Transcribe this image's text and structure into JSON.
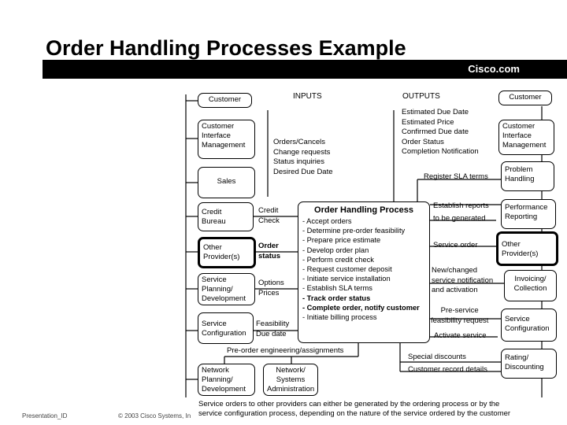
{
  "slide": {
    "title": "Order Handling Processes Example",
    "brand": "Cisco.com"
  },
  "headers": {
    "inputs": "INPUTS",
    "outputs": "OUTPUTS"
  },
  "left_boxes": {
    "customer": "Customer",
    "cim": [
      "Customer",
      "Interface",
      "Management"
    ],
    "sales": "Sales",
    "credit_bureau": [
      "Credit",
      "Bureau"
    ],
    "other_providers": [
      "Other",
      "Provider(s)"
    ],
    "service_planning": [
      "Service",
      "Planning/",
      "Development"
    ],
    "service_config": [
      "Service",
      "Configuration"
    ],
    "network_planning": [
      "Network",
      "Planning/",
      "Development"
    ],
    "network_systems_admin": [
      "Network/",
      "Systems",
      "Administration"
    ]
  },
  "right_boxes": {
    "customer": "Customer",
    "cim": [
      "Customer",
      "Interface",
      "Management"
    ],
    "problem_handling": [
      "Problem",
      "Handling"
    ],
    "performance_reporting": [
      "Performance",
      "Reporting"
    ],
    "other_providers": [
      "Other",
      "Provider(s)"
    ],
    "invoicing": [
      "Invoicing/",
      "Collection"
    ],
    "service_config": [
      "Service",
      "Configuration"
    ],
    "rating": [
      "Rating/",
      "Discounting"
    ]
  },
  "inputs_text": [
    "Orders/Cancels",
    "Change requests",
    "Status inquiries",
    "Desired Due Date"
  ],
  "outputs_text": [
    "Estimated Due Date",
    "Estimated Price",
    "Confirmed Due date",
    "Order Status",
    "Completion Notification"
  ],
  "flow_labels": {
    "credit_check": [
      "Credit",
      "Check"
    ],
    "order_status": [
      "Order",
      "status"
    ],
    "options_prices": [
      "Options",
      "Prices"
    ],
    "feasibility_due": [
      "Feasibility",
      "Due date"
    ],
    "pre_order_eng": "Pre-order engineering/assignments",
    "register_sla": "Register SLA terms",
    "establish_reports": [
      "Establish reports",
      "to be generated"
    ],
    "service_order": "Service order",
    "new_changed": [
      "New/changed",
      "service notification",
      "and activation"
    ],
    "pre_service": [
      "Pre-service",
      "feasibility request"
    ],
    "activate_service": "Activate service",
    "special_discounts": "Special discounts",
    "customer_record": "Customer record details"
  },
  "ohp": {
    "title": "Order Handling Process",
    "items": [
      {
        "text": "- Accept orders",
        "bold": false
      },
      {
        "text": "- Determine pre-order feasibility",
        "bold": false
      },
      {
        "text": "- Prepare price estimate",
        "bold": false
      },
      {
        "text": "- Develop order plan",
        "bold": false
      },
      {
        "text": "- Perform credit check",
        "bold": false
      },
      {
        "text": "- Request customer deposit",
        "bold": false
      },
      {
        "text": "- Initiate service installation",
        "bold": false
      },
      {
        "text": "- Establish SLA terms",
        "bold": false
      },
      {
        "text": "- Track order status",
        "bold": true
      },
      {
        "text": "- Complete order, notify customer",
        "bold": true
      },
      {
        "text": "- Initiate billing process",
        "bold": false
      }
    ]
  },
  "bottom_note": [
    "Service orders to other providers can either be generated by the ordering process or by the",
    "service configuration process, depending on the nature of the service ordered by the customer"
  ],
  "footer": {
    "left": "Presentation_ID",
    "middle": "© 2003 Cisco Systems, In"
  }
}
